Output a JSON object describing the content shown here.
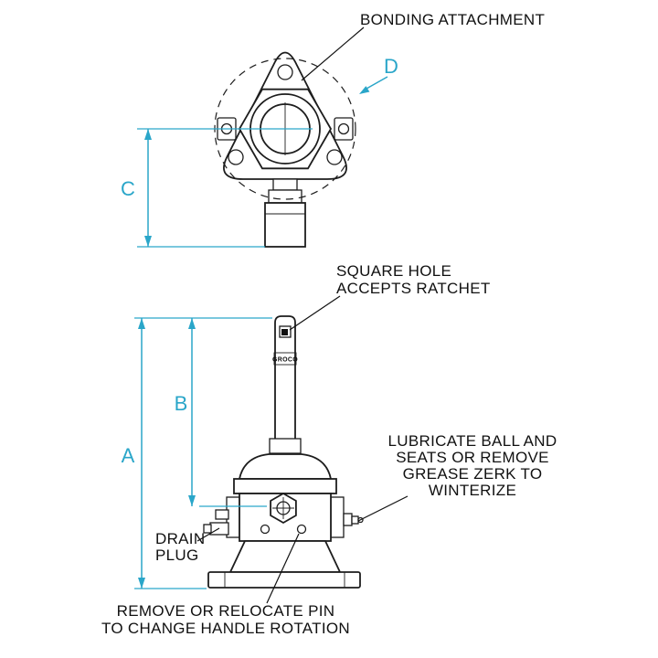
{
  "colors": {
    "dimension_accent": "#2aa6c9",
    "line": "#1d1d1d",
    "text": "#111111",
    "background": "#ffffff"
  },
  "brand_label": "GROCO",
  "dimension_labels": {
    "a": "A",
    "b": "B",
    "c": "C",
    "d": "D"
  },
  "callouts": {
    "bonding_attachment": {
      "lines": [
        "BONDING ATTACHMENT"
      ]
    },
    "square_hole": {
      "lines": [
        "SQUARE HOLE",
        "ACCEPTS RATCHET"
      ]
    },
    "lubricate": {
      "lines": [
        "LUBRICATE BALL AND",
        "SEATS OR REMOVE",
        "GREASE ZERK TO",
        "WINTERIZE"
      ]
    },
    "drain_plug": {
      "lines": [
        "DRAIN",
        "PLUG"
      ]
    },
    "relocate_pin": {
      "lines": [
        "REMOVE OR RELOCATE PIN",
        "TO CHANGE HANDLE ROTATION"
      ]
    }
  }
}
